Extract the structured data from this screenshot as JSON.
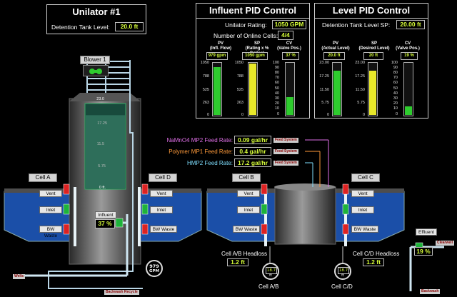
{
  "unilator": {
    "title": "Unilator #1",
    "detention_label": "Detention Tank Level:",
    "detention_value": "20.0 ft"
  },
  "influent_pid": {
    "title": "Influent PID Control",
    "rating_label": "Unilator Rating:",
    "rating_value": "1050 GPM",
    "cells_label": "Number of Online Cells:",
    "cells_value": "4/4",
    "pv_head": "PV",
    "pv_sub": "(Infl. Flow)",
    "pv_value": "979 gpm",
    "sp_head": "SP",
    "sp_sub": "(Rating x % Online)",
    "sp_value": "1050 gpm",
    "cv_head": "CV",
    "cv_sub": "(Valve Pos.)",
    "cv_value": "37 %",
    "flow_ticks": [
      "1050",
      "788",
      "525",
      "263",
      "0"
    ],
    "cv_ticks": [
      "100",
      "90",
      "80",
      "70",
      "60",
      "50",
      "40",
      "30",
      "20",
      "10",
      "0"
    ],
    "pv_fill": 0.932,
    "sp_fill": 1.0,
    "cv_fill": 0.37
  },
  "level_pid": {
    "title": "Level PID Control",
    "sp_label": "Detention Tank Level SP:",
    "sp_label_value": "20.00 ft",
    "pv_head": "PV",
    "pv_sub": "(Actual Level)",
    "pv_value": "20.0 ft",
    "sp_head": "SP",
    "sp_sub": "(Desired Level)",
    "sp_value": "20 ft",
    "cv_head": "CV",
    "cv_sub": "(Valve Pos.)",
    "cv_value": "19 %",
    "level_ticks": [
      "23.00",
      "17.25",
      "11.50",
      "5.75",
      "0"
    ],
    "cv_ticks": [
      "100",
      "90",
      "80",
      "70",
      "60",
      "50",
      "40",
      "30",
      "20",
      "10",
      "0"
    ],
    "pv_fill": 0.87,
    "sp_fill": 0.87,
    "cv_fill": 0.19
  },
  "blower": {
    "label": "Blower 1"
  },
  "tank_scale": [
    "23.0",
    "17.25",
    "11.5",
    "5.75",
    "0 ft."
  ],
  "tank_fill": 0.87,
  "cells": {
    "a": "Cell A",
    "b": "Cell B",
    "c": "Cell C",
    "d": "Cell D"
  },
  "valves": {
    "vent": "Vent",
    "inlet": "Inlet",
    "bw_waste": "BW Waste"
  },
  "influent": {
    "label": "Influent",
    "value": "37 %"
  },
  "effluent": {
    "label": "Effluent",
    "value": "19 %"
  },
  "feed": {
    "namno4_label": "NaMnO4 MP2 Feed Rate:",
    "namno4_value": "0.09 gal/hr",
    "polymer_label": "Polymer MP1 Feed Rate:",
    "polymer_value": "0.4 gal/hr",
    "hmp_label": "HMP2 Feed Rate:",
    "hmp_value": "17.2 gal/hr",
    "feed_system": "Feed System",
    "colors": {
      "namno4": "#e070e8",
      "polymer": "#ff9a3a",
      "hmp": "#7fdfff"
    }
  },
  "flow_meter": {
    "value": "979",
    "unit": "GPM"
  },
  "headloss": {
    "ab_label": "Cell A/B Headloss",
    "ab_value": "1.2 ft",
    "cd_label": "Cell C/D Headloss",
    "cd_value": "1.2 ft"
  },
  "gauges": {
    "ab_value": "18.7",
    "ab_unit": "ft",
    "ab_label": "Cell A/B",
    "cd_value": "18.7",
    "cd_unit": "ft",
    "cd_label": "Cell C/D"
  },
  "tags": {
    "wells": "Wells",
    "backwash_recycle": "Backwash Recycle",
    "clearwell": "Clearwell",
    "backwash": "Backwash"
  }
}
